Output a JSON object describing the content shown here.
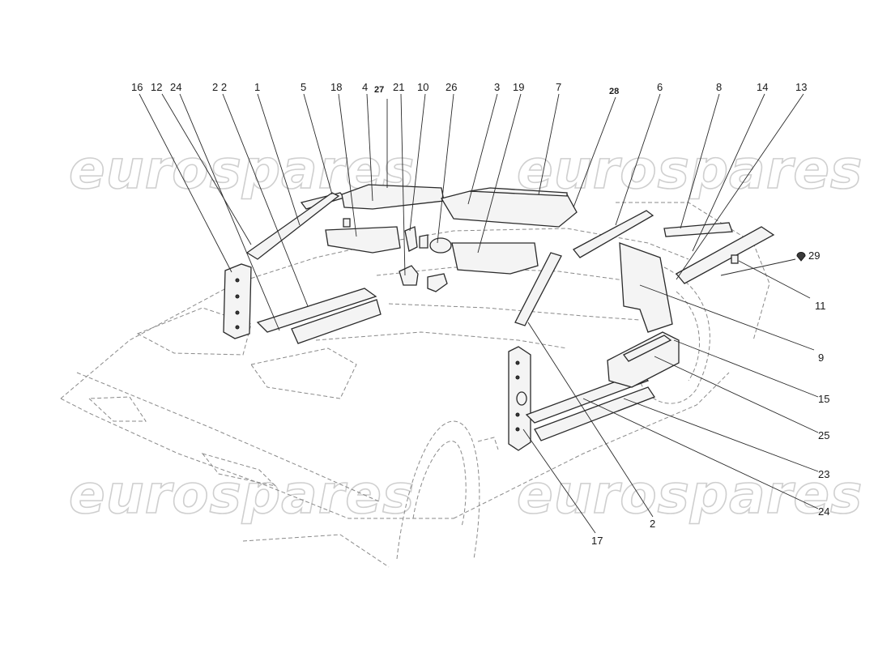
{
  "watermark": "eurospares",
  "callouts": [
    {
      "id": "c16",
      "text": "16"
    },
    {
      "id": "c12",
      "text": "12"
    },
    {
      "id": "c24a",
      "text": "24"
    },
    {
      "id": "c22",
      "text": "2 2"
    },
    {
      "id": "c1",
      "text": "1"
    },
    {
      "id": "c5",
      "text": "5"
    },
    {
      "id": "c18",
      "text": "18"
    },
    {
      "id": "c4",
      "text": "4"
    },
    {
      "id": "c27",
      "text": "27"
    },
    {
      "id": "c21",
      "text": "21"
    },
    {
      "id": "c10",
      "text": "10"
    },
    {
      "id": "c26",
      "text": "26"
    },
    {
      "id": "c3",
      "text": "3"
    },
    {
      "id": "c19",
      "text": "19"
    },
    {
      "id": "c7",
      "text": "7"
    },
    {
      "id": "c28",
      "text": "28"
    },
    {
      "id": "c6",
      "text": "6"
    },
    {
      "id": "c8",
      "text": "8"
    },
    {
      "id": "c14",
      "text": "14"
    },
    {
      "id": "c13",
      "text": "13"
    },
    {
      "id": "c29",
      "text": "29"
    },
    {
      "id": "c11",
      "text": "11"
    },
    {
      "id": "c9",
      "text": "9"
    },
    {
      "id": "c15",
      "text": "15"
    },
    {
      "id": "c25",
      "text": "25"
    },
    {
      "id": "c23",
      "text": "23"
    },
    {
      "id": "c24b",
      "text": "24"
    },
    {
      "id": "c17",
      "text": "17"
    },
    {
      "id": "c2",
      "text": "2"
    }
  ]
}
